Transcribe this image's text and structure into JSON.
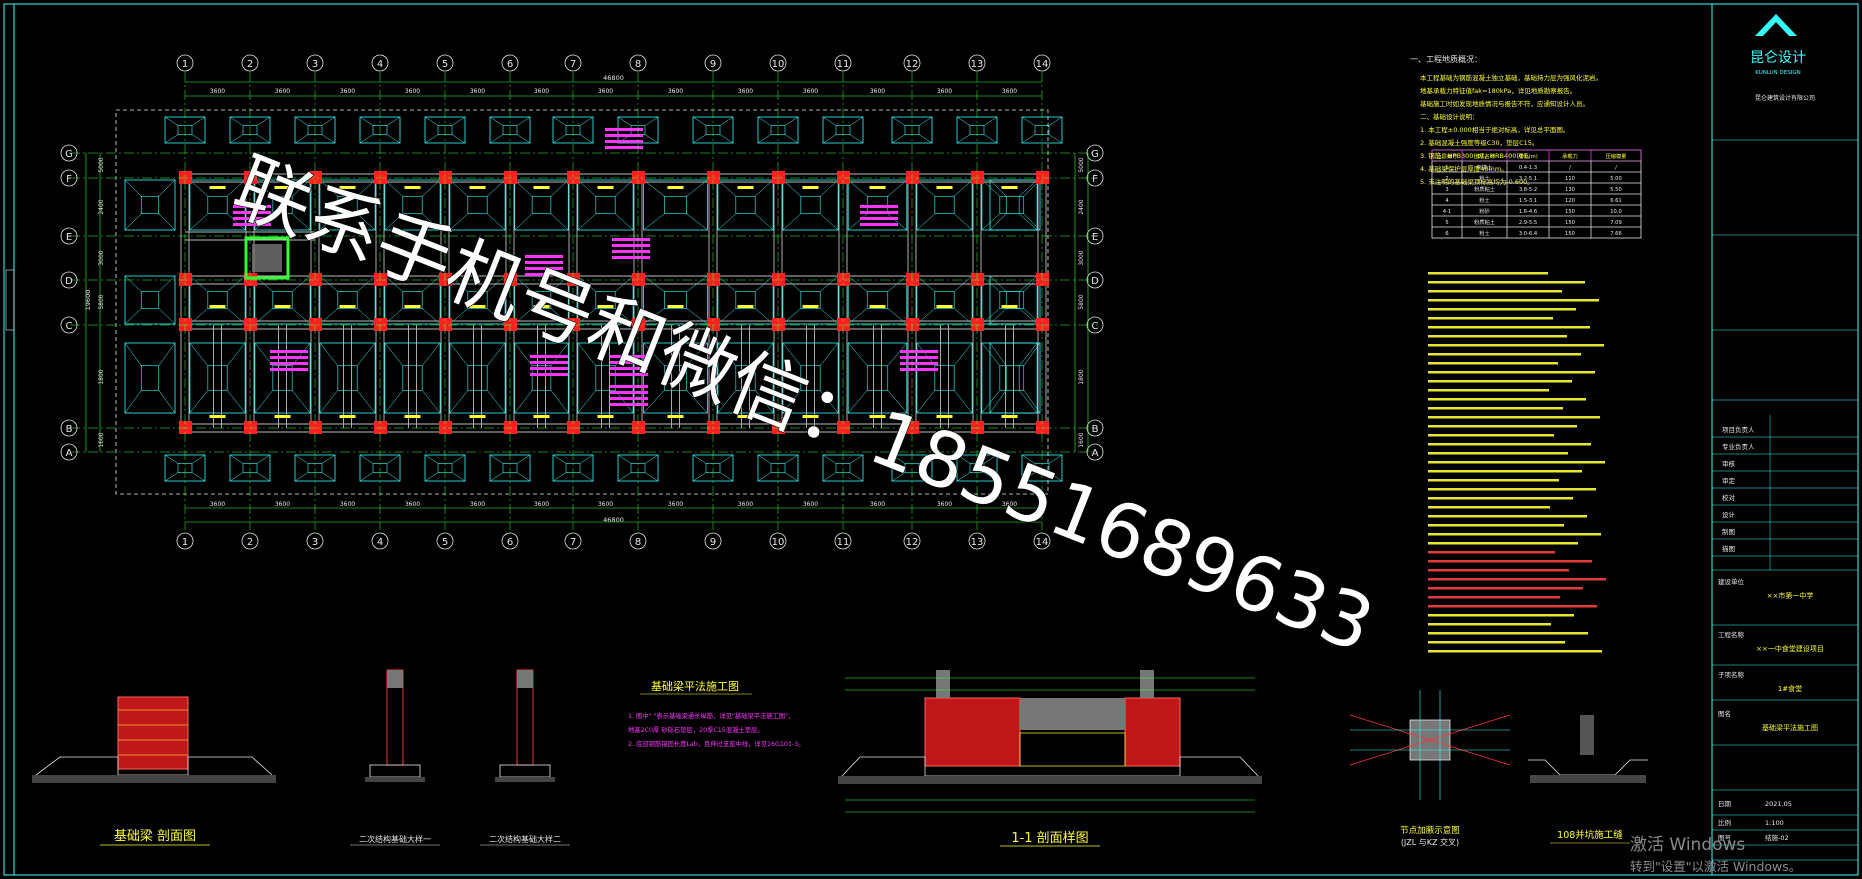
{
  "colors": {
    "background": "#000000",
    "axis": "#33ff33",
    "beam": "#33ffff",
    "column": "#ff2020",
    "dim": "#33ff33",
    "note": "#ffff33",
    "tag": "#ff33ff",
    "white": "#e8e8e8"
  },
  "watermark": {
    "line1": "联系手机号和微信：18551689633"
  },
  "axes": {
    "numbers": [
      "1",
      "2",
      "3",
      "4",
      "5",
      "6",
      "7",
      "8",
      "9",
      "10",
      "11",
      "12",
      "13",
      "14"
    ],
    "letters": [
      "G",
      "F",
      "E",
      "D",
      "C",
      "B",
      "A"
    ]
  },
  "dims": {
    "bays": [
      "3600",
      "3600",
      "3600",
      "3600",
      "3600",
      "3600",
      "3600",
      "3600",
      "3600",
      "3600",
      "3600",
      "3600",
      "3600"
    ],
    "total": "46800",
    "rows_left": [
      "5000",
      "2400",
      "3000",
      "5800",
      "1800",
      "1600"
    ],
    "total_height": "19600"
  },
  "sections": {
    "beam_section_title": "基础梁 剖面图",
    "detail_1": "二次结构基础大样一",
    "detail_2": "二次结构基础大样二",
    "flat_title": "基础梁平法施工图",
    "section_11": "1-1 剖面样图",
    "node_title": "节点加腋示意图",
    "node_sub": "(JZL 与KZ 交叉)",
    "pit_title": "108并坑施工缝"
  },
  "flat_notes": [
    "1. 图中\" \"表示基础梁通长纵筋，详见\"基础梁平法施工图\"，",
    "   地基2C0厚 砂砾石垫层，20厚C15混凝土垫层。",
    "2. 底部钢筋锚固长度Lab，且伸过支座中线，详见16G101-3。"
  ],
  "design_notes": {
    "title": "一、工程地质概况：",
    "lines": [
      "本工程基础为钢筋混凝土独立基础，基础持力层为强风化泥岩。",
      "地基承载力特征值fak=180kPa，详见地质勘察报告。",
      "基础施工时如发现地质情况与报告不符，应通知设计人员。",
      "二、基础设计说明：",
      "1. 本工程±0.000相当于绝对标高，详见总平面图。",
      "2. 基础混凝土强度等级C30，垫层C15。",
      "3. 钢筋：HPB300(Φ)，HRB400(Φ)。",
      "4. 基础梁保护层厚度40mm。",
      "5. 未注明的基础梁顶标高均为-0.600。"
    ]
  },
  "soil_table": {
    "headers": [
      "土层编号",
      "土层名称",
      "层厚(m)",
      "承载力",
      "压缩模量"
    ],
    "rows": [
      [
        "1",
        "杂填土",
        "0.4-1.3",
        "/",
        "/"
      ],
      [
        "2",
        "粉土",
        "3.2-5.1",
        "110",
        "5.00"
      ],
      [
        "3",
        "粉质粘土",
        "3.8-5.2",
        "130",
        "5.50"
      ],
      [
        "4",
        "粉土",
        "1.5-3.1",
        "120",
        "6.61"
      ],
      [
        "4-1",
        "粉砂",
        "1.6-4.6",
        "150",
        "10.0"
      ],
      [
        "5",
        "粉质粘土",
        "2.9-5.5",
        "150",
        "7.09"
      ],
      [
        "6",
        "粉土",
        "3.0-6.4",
        "150",
        "7.66"
      ]
    ]
  },
  "title_block": {
    "logo_cn": "昆仑设计",
    "logo_en": "KUNLUN   DESIGN",
    "company": "昆仑建筑设计有限公司",
    "roles": [
      "项目负责人",
      "专业负责人",
      "审核",
      "审定",
      "校对",
      "设计",
      "制图",
      "描图"
    ],
    "project_label": "建设单位",
    "project": "××市第一中学",
    "work_label": "工程名称",
    "work": "××一中食堂建设项目",
    "drawing_label": "子项名称",
    "drawing": "1#食堂",
    "name_label": "图名",
    "name": "基础梁平法施工图",
    "date_label": "日期",
    "date": "2021.05",
    "scale_label": "比例",
    "scale": "1:100",
    "no_label": "图号",
    "no": "结施-02"
  },
  "windows": {
    "activate_title": "激活 Windows",
    "activate_sub": "转到\"设置\"以激活 Windows。"
  }
}
